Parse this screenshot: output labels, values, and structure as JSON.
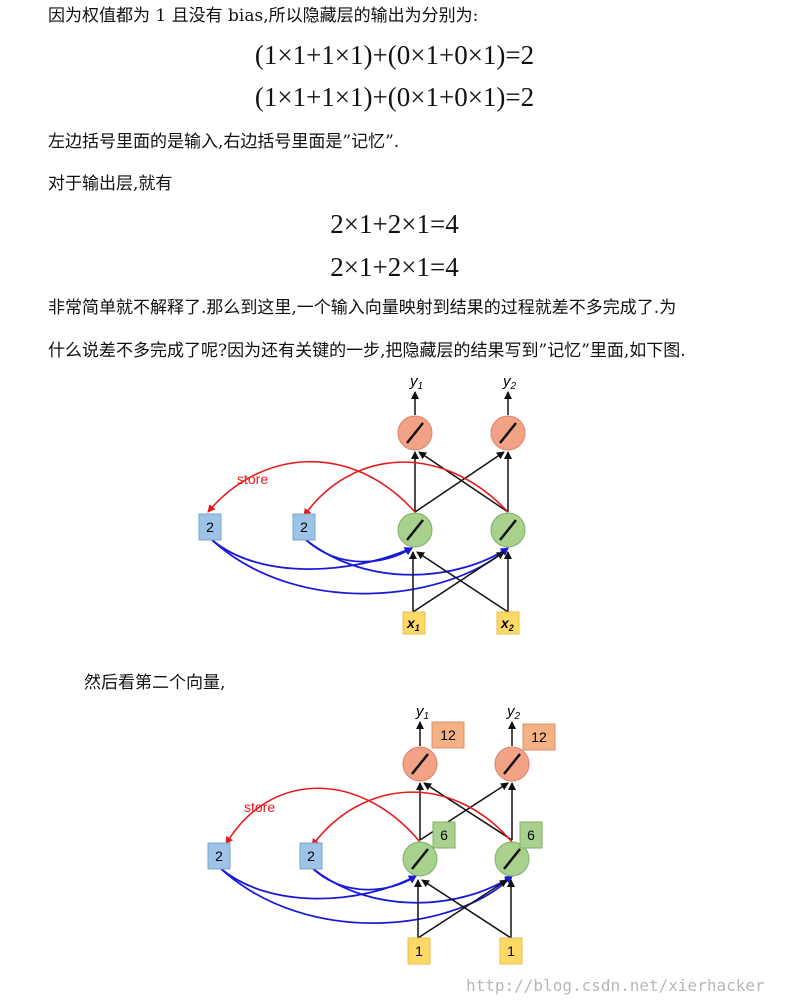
{
  "text": {
    "p1": "因为权值都为 1 且没有 bias,所以隐藏层的输出为分别为:",
    "eq1": "(1×1+1×1)+(0×1+0×1)=2",
    "eq2": "(1×1+1×1)+(0×1+0×1)=2",
    "p2": "左边括号里面的是输入,右边括号里面是”记忆”.",
    "p3": "对于输出层,就有",
    "eq3": "2×1+2×1=4",
    "eq4": "2×1+2×1=4",
    "p4a": "非常简单就不解释了.那么到这里,一个输入向量映射到结果的过程就差不多完成了.为",
    "p4b": "什么说差不多完成了呢?因为还有关键的一步,把隐藏层的结果写到”记忆”里面,如下图.",
    "p5": "然后看第二个向量,",
    "watermark": "http://blog.csdn.net/xierhacker"
  },
  "figure1": {
    "y1": "y",
    "y1_sub": "1",
    "y2": "y",
    "y2_sub": "2",
    "store": "store",
    "mem1": "2",
    "mem2": "2",
    "x1": "x",
    "x1_sub": "1",
    "x2": "x",
    "x2_sub": "2"
  },
  "figure2": {
    "y1": "y",
    "y1_sub": "1",
    "y2": "y",
    "y2_sub": "2",
    "out1": "12",
    "out2": "12",
    "hid1": "6",
    "hid2": "6",
    "store": "store",
    "mem1": "2",
    "mem2": "2",
    "in1": "1",
    "in2": "1"
  },
  "colors": {
    "output_neuron": "#f2a386",
    "hidden_neuron": "#a9d18e",
    "memory_box": "#9dc3e6",
    "input_box": "#ffd966",
    "output_box": "#f4b183",
    "store_arrow": "#e8191b",
    "recurrent_arrow": "#1a1ad6"
  }
}
